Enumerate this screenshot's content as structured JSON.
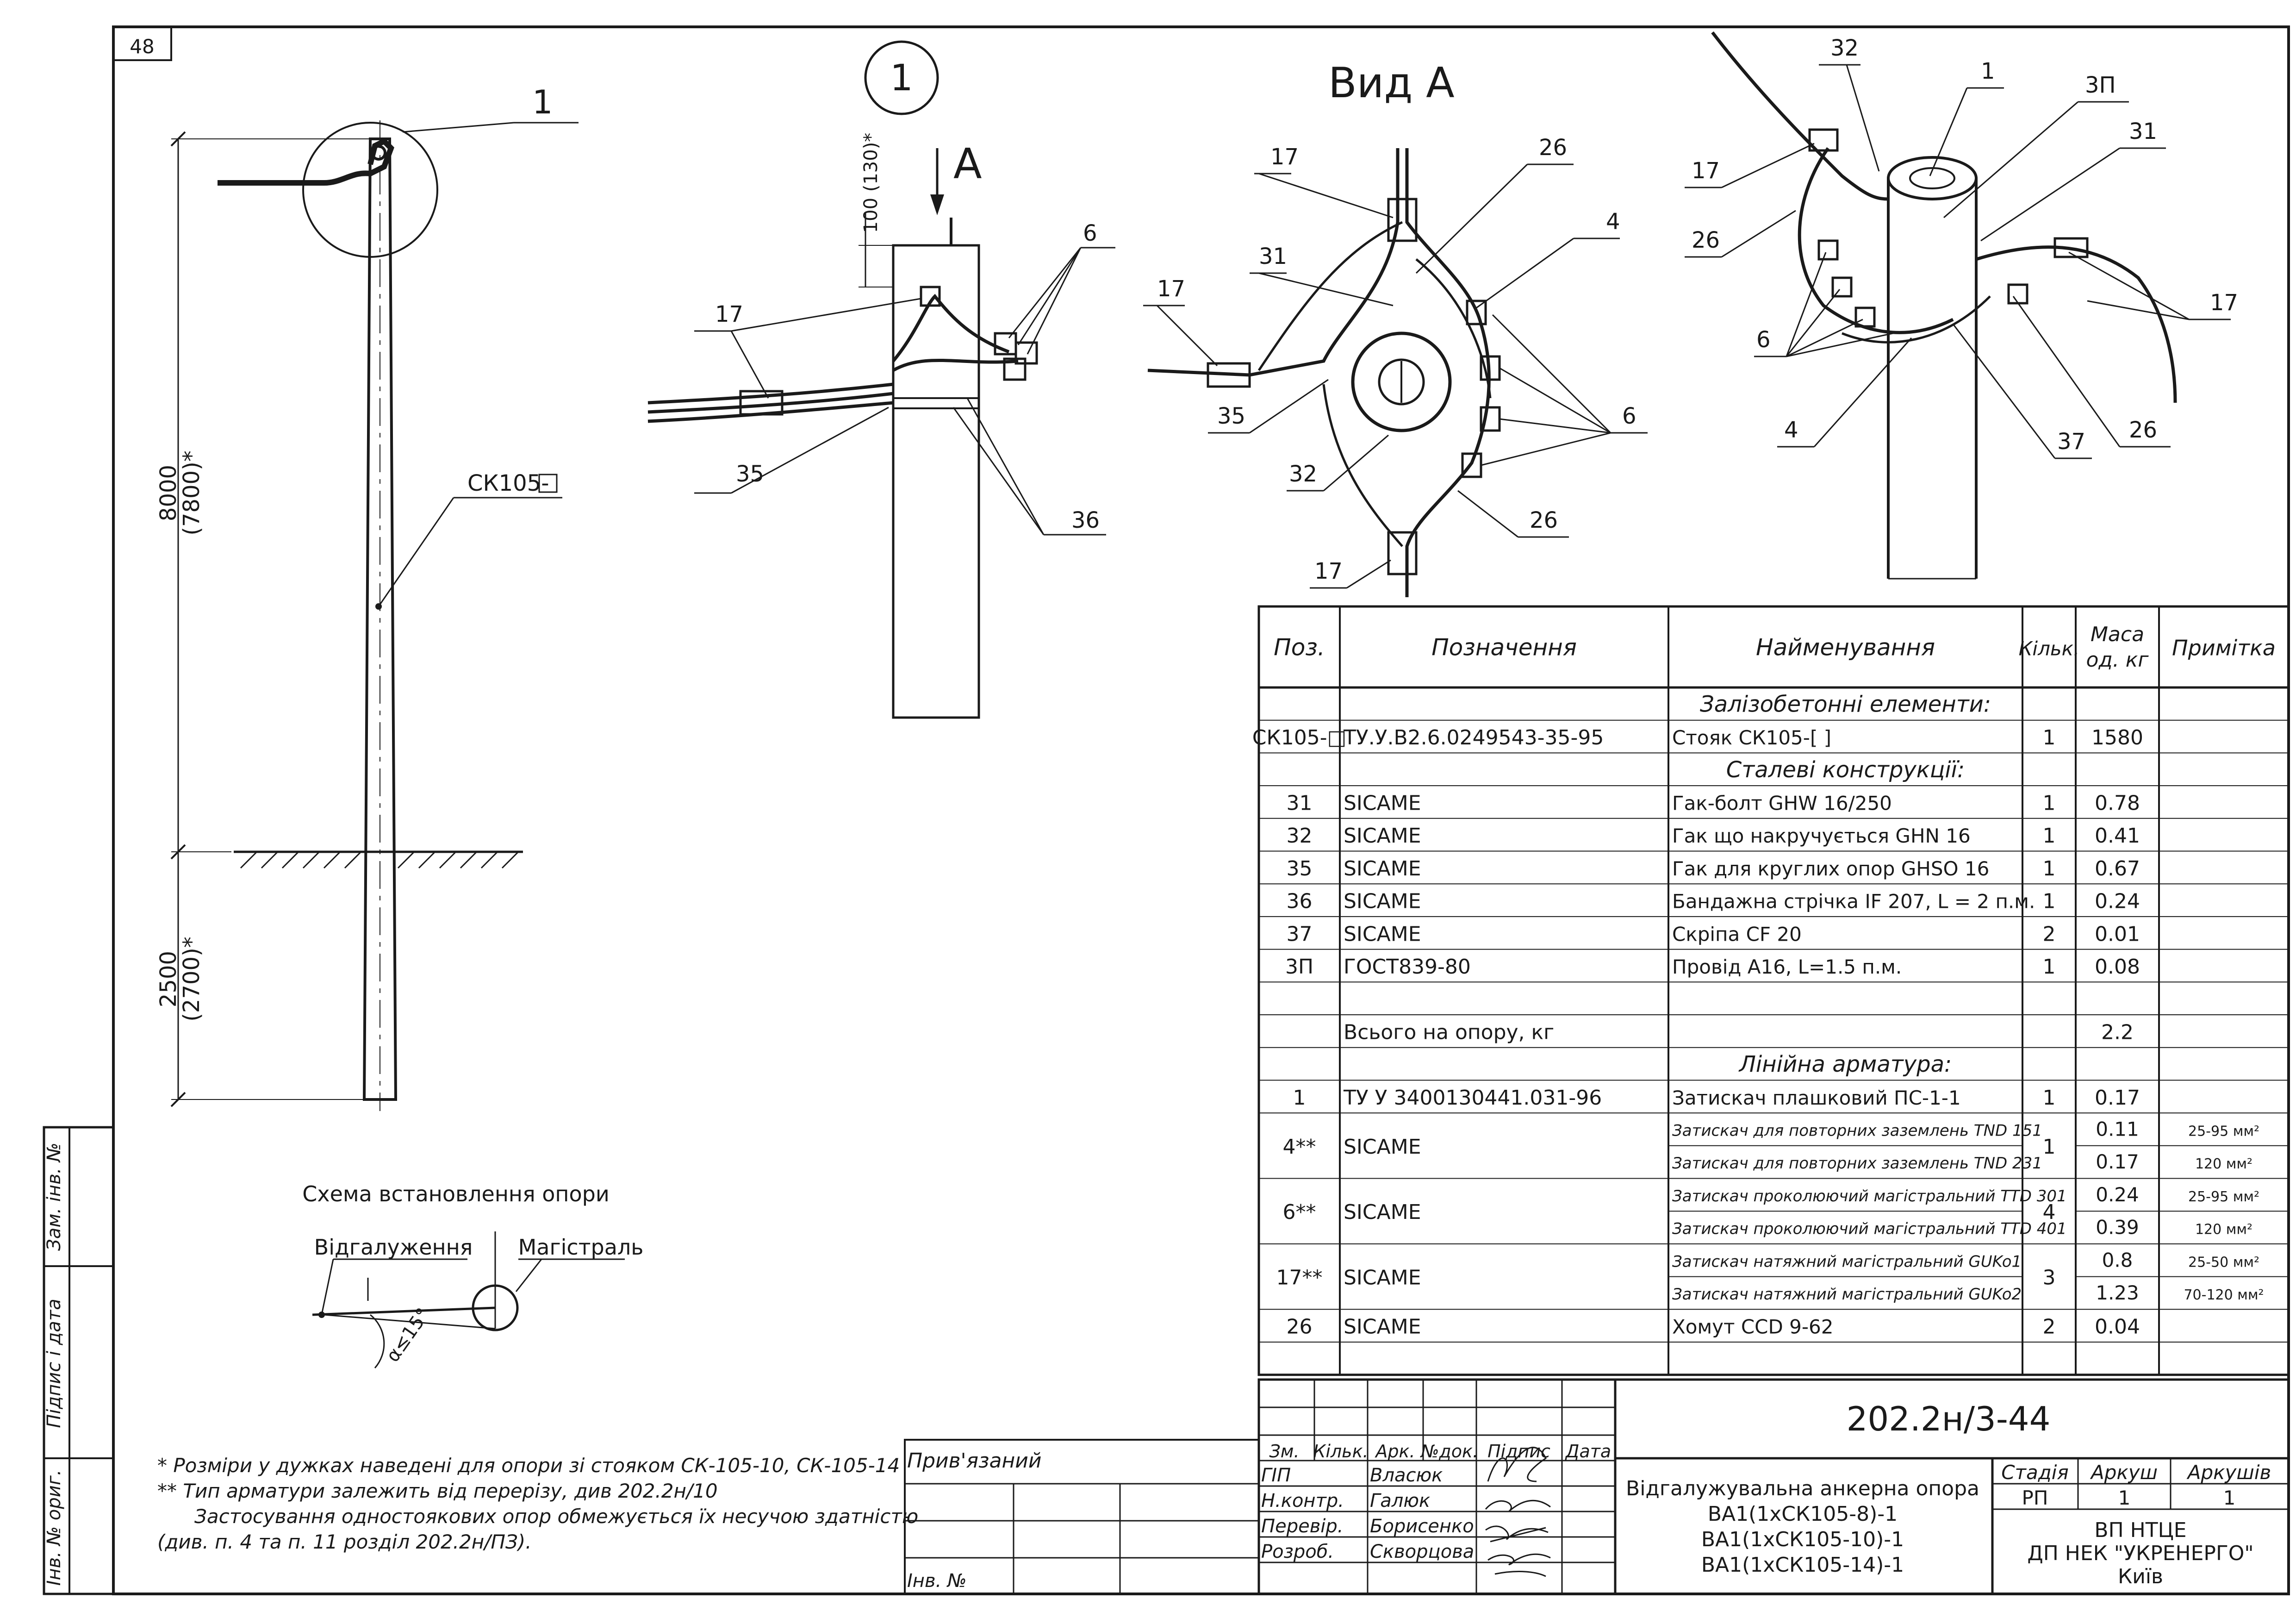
{
  "sheet_number": "48",
  "callout_circle": "1",
  "view_title": "Вид А",
  "arrow_label": "А",
  "pole_mark": "СК105-",
  "dim_top": "100 (130)*",
  "dim_above": "8000",
  "dim_above_alt": "(7800)*",
  "dim_below": "2500",
  "dim_below_alt": "(2700)*",
  "callouts": {
    "side_view": [
      "1"
    ],
    "front_view": [
      "6",
      "17",
      "35",
      "36"
    ],
    "view_a": [
      "17",
      "26",
      "4",
      "31",
      "17",
      "35",
      "6",
      "32",
      "26",
      "17"
    ],
    "iso_view": [
      "32",
      "1",
      "3П",
      "31",
      "17",
      "26",
      "17",
      "6",
      "4",
      "37",
      "26"
    ]
  },
  "scheme": {
    "title": "Схема встановлення опори",
    "branch": "Відгалуження",
    "main": "Магістраль",
    "angle": "α≤15°"
  },
  "notes": [
    "* Розміри у дужках наведені для опори зі стояком СК-105-10, СК-105-14",
    "** Тип арматури залежить від перерізу, див 202.2н/10",
    "Застосування одностоякових опор обмежується їх несучою здатністю",
    "(див. п. 4 та п. 11 розділ 202.2н/ПЗ)."
  ],
  "left_strip": [
    "Інв. № ориг.",
    "Підпис і дата",
    "Зам. інв. №"
  ],
  "table": {
    "headers": [
      "Поз.",
      "Позначення",
      "Найменування",
      "Кільк.",
      "Маса од. кг",
      "Примітка"
    ],
    "rows": [
      {
        "kind": "section",
        "name": "Залізобетонні елементи:"
      },
      {
        "pos": "СК105-□",
        "code": "ТУ.У.В2.6.0249543-35-95",
        "name": "Стояк СК105-[      ]",
        "qty": "1",
        "mass": "1580",
        "note": ""
      },
      {
        "kind": "section",
        "name": "Сталеві конструкції:"
      },
      {
        "pos": "31",
        "code": "SICAME",
        "name": "Гак-болт GHW 16/250",
        "qty": "1",
        "mass": "0.78",
        "note": ""
      },
      {
        "pos": "32",
        "code": "SICAME",
        "name": "Гак що накручується GHN 16",
        "qty": "1",
        "mass": "0.41",
        "note": ""
      },
      {
        "pos": "35",
        "code": "SICAME",
        "name": "Гак для круглих опор GHSO 16",
        "qty": "1",
        "mass": "0.67",
        "note": ""
      },
      {
        "pos": "36",
        "code": "SICAME",
        "name": "Бандажна стрічка IF 207, L = 2 п.м.",
        "qty": "1",
        "mass": "0.24",
        "note": ""
      },
      {
        "pos": "37",
        "code": "SICAME",
        "name": "Скріпа CF 20",
        "qty": "2",
        "mass": "0.01",
        "note": ""
      },
      {
        "pos": "3П",
        "code": "ГОСТ839-80",
        "name": "Провід А16, L=1.5 п.м.",
        "qty": "1",
        "mass": "0.08",
        "note": ""
      },
      {
        "pos": "",
        "code": "",
        "name": "",
        "qty": "",
        "mass": "",
        "note": ""
      },
      {
        "pos": "",
        "code": "Всього на опору, кг",
        "name": "",
        "qty": "",
        "mass": "2.2",
        "note": ""
      },
      {
        "kind": "section",
        "name": "Лінійна арматура:"
      },
      {
        "pos": "1",
        "code": "ТУ У 3400130441.031-96",
        "name": "Затискач плашковий ПС-1-1",
        "qty": "1",
        "mass": "0.17",
        "note": ""
      }
    ],
    "double_rows": [
      {
        "pos": "4**",
        "code": "SICAME",
        "qty": "1",
        "items": [
          {
            "name": "Затискач для повторних заземлень TND 151",
            "mass": "0.11",
            "note": "25-95 мм²"
          },
          {
            "name": "Затискач для повторних заземлень TND 231",
            "mass": "0.17",
            "note": "120 мм²"
          }
        ]
      },
      {
        "pos": "6**",
        "code": "SICAME",
        "qty": "4",
        "items": [
          {
            "name": "Затискач проколюючий магістральний TTD 301",
            "mass": "0.24",
            "note": "25-95 мм²"
          },
          {
            "name": "Затискач проколюючий магістральний TTD 401",
            "mass": "0.39",
            "note": "120 мм²"
          }
        ]
      },
      {
        "pos": "17**",
        "code": "SICAME",
        "qty": "3",
        "items": [
          {
            "name": "Затискач натяжний магістральний GUKo1",
            "mass": "0.8",
            "note": "25-50 мм²"
          },
          {
            "name": "Затискач натяжний магістральний GUKo2",
            "mass": "1.23",
            "note": "70-120 мм²"
          }
        ]
      }
    ],
    "last_row": {
      "pos": "26",
      "code": "SICAME",
      "name": "Хомут CCD 9-62",
      "qty": "2",
      "mass": "0.04",
      "note": ""
    }
  },
  "titleblock": {
    "doc_code": "202.2н/3-44",
    "col_headers": [
      "Зм.",
      "Кільк.",
      "Арк.",
      "№док.",
      "Підпис",
      "Дата"
    ],
    "roles": [
      {
        "role": "ГІП",
        "name": "Власюк"
      },
      {
        "role": "Н.контр.",
        "name": "Галюк"
      },
      {
        "role": "Перевір.",
        "name": "Борисенко"
      },
      {
        "role": "Розроб.",
        "name": "Скворцова"
      }
    ],
    "title_lines": [
      "Відгалужувальна анкерна опора",
      "ВА1(1хСК105-8)-1",
      "ВА1(1хСК105-10)-1",
      "ВА1(1хСК105-14)-1"
    ],
    "stage_label": "Стадія",
    "sheet_label": "Аркуш",
    "sheets_label": "Аркушів",
    "stage": "РП",
    "sheet": "1",
    "sheets": "1",
    "org_lines": [
      "ВП НТЦЕ",
      "ДП НЕК \"УКРЕНЕРГО\"",
      "Київ"
    ],
    "attached": "Прив'язаний",
    "inv": "Інв. №"
  }
}
